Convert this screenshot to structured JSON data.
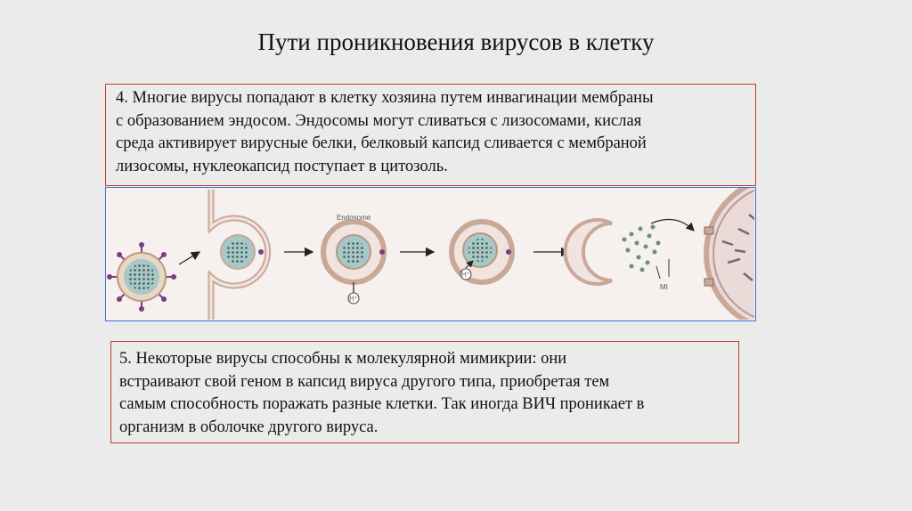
{
  "title": "Пути проникновения вирусов в клетку",
  "block4": {
    "lines": [
      "4. Многие вирусы попадают в клетку хозяина путем инвагинации мембраны",
      "с образованием эндосом. Эндосомы могут сливаться с лизосомами, кислая",
      "среда активирует вирусные белки, белковый капсид сливается с мембраной",
      "лизосомы, нуклеокапсид поступает в цитозоль."
    ]
  },
  "figure": {
    "endosome_label": "Endosome",
    "proton_label": "H⁺",
    "proton_label_2": "H⁺",
    "mi_label": "MI",
    "colors": {
      "membrane": "#c9a898",
      "membrane_fill": "#f1e4df",
      "virus_core": "#5a7d6a",
      "spike": "#7a3f7a",
      "arrow": "#222222"
    }
  },
  "block5": {
    "lines": [
      "5. Некоторые вирусы способны к молекулярной мимикрии: они",
      "встраивают свой геном в капсид вируса другого типа, приобретая тем",
      "самым способность поражать разные клетки. Так иногда ВИЧ проникает в",
      "организм в оболочке другого вируса."
    ]
  },
  "colors": {
    "background": "#ebebeb",
    "box_border": "#c0392b",
    "figure_border": "#3b6fd6"
  }
}
